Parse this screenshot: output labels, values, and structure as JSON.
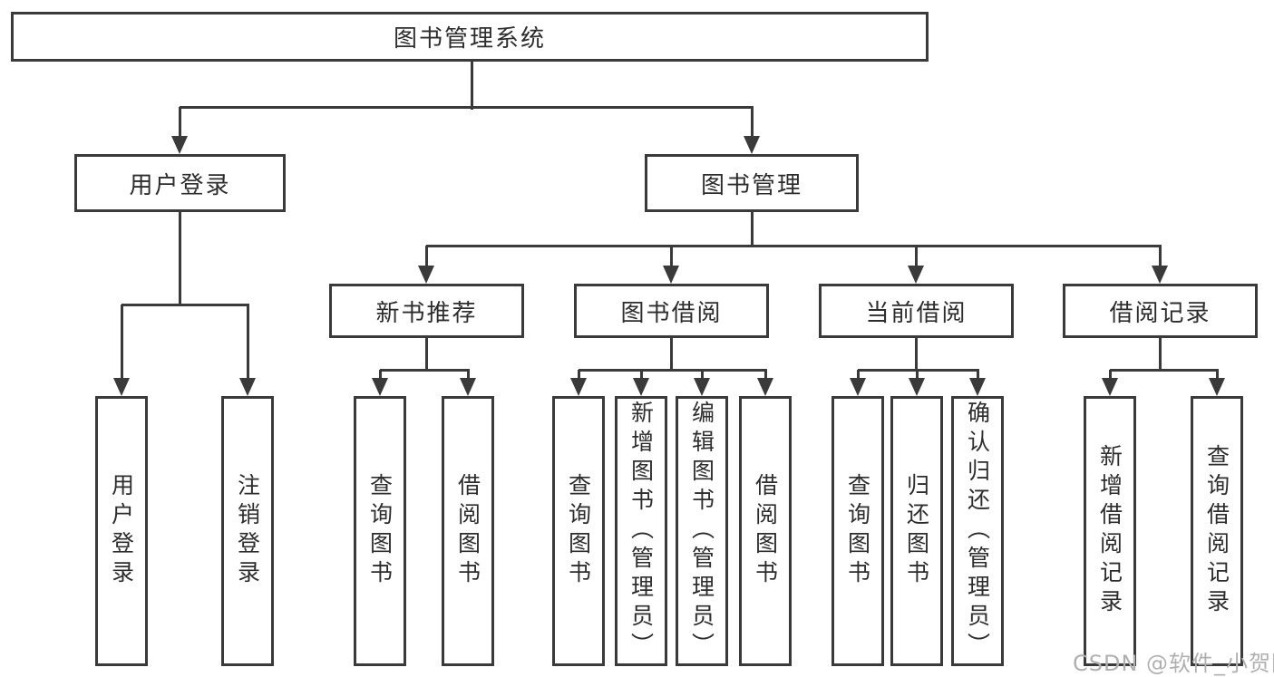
{
  "diagram": {
    "root": {
      "label": "图书管理系统"
    },
    "branches": [
      {
        "label": "用户登录",
        "children": [
          {
            "label": "用户登录"
          },
          {
            "label": "注销登录"
          }
        ]
      },
      {
        "label": "图书管理",
        "sections": [
          {
            "label": "新书推荐",
            "children": [
              {
                "label": "查询图书"
              },
              {
                "label": "借阅图书"
              }
            ]
          },
          {
            "label": "图书借阅",
            "children": [
              {
                "label": "查询图书"
              },
              {
                "label": "新增图书（管理员）"
              },
              {
                "label": "编辑图书（管理员）"
              },
              {
                "label": "借阅图书"
              }
            ]
          },
          {
            "label": "当前借阅",
            "children": [
              {
                "label": "查询图书"
              },
              {
                "label": "归还图书"
              },
              {
                "label": "确认归还（管理员）"
              }
            ]
          },
          {
            "label": "借阅记录",
            "children": [
              {
                "label": "新增借阅记录"
              },
              {
                "label": "查询借阅记录"
              }
            ]
          }
        ]
      }
    ]
  },
  "watermark": {
    "text": "CSDN @软件_小贺同学"
  },
  "colors": {
    "line": "#3a3a3a",
    "text": "#2d2d2d",
    "watermark": "#b0b0b0",
    "background": "#ffffff"
  }
}
